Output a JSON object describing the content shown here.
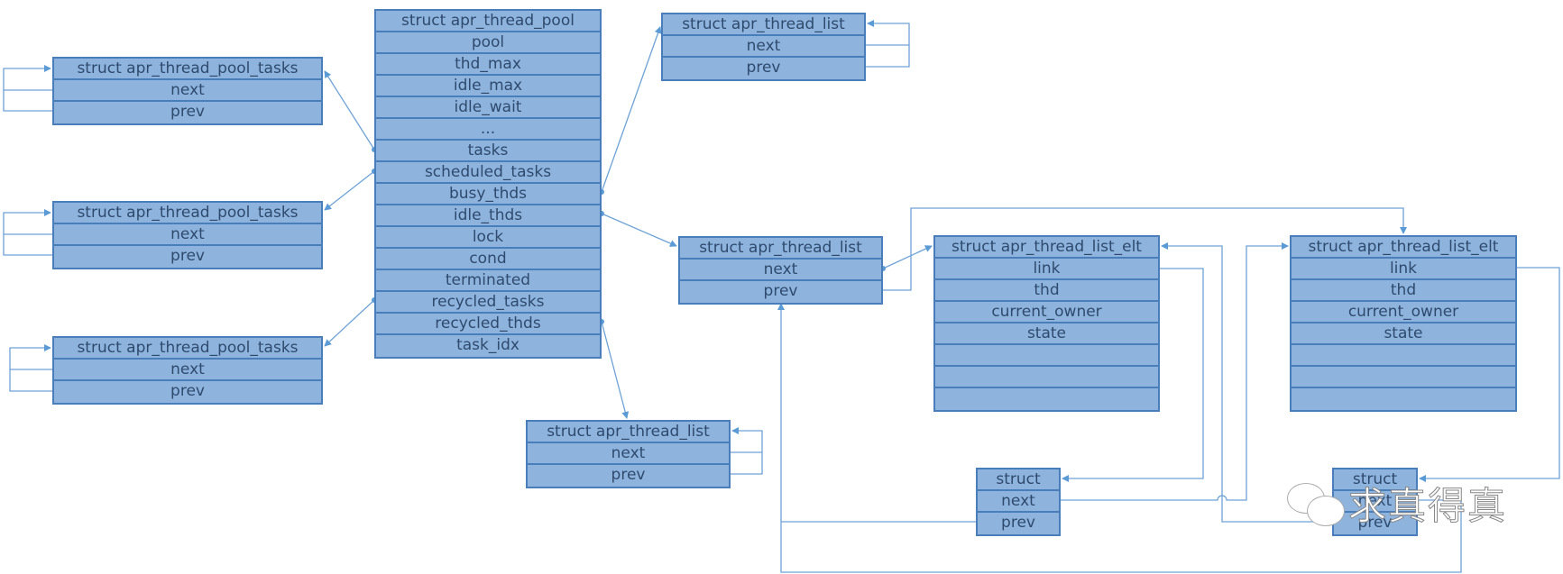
{
  "diagram": {
    "pool_tasks": [
      {
        "header": "struct apr_thread_pool_tasks",
        "fields": [
          "next",
          "prev"
        ]
      },
      {
        "header": "struct apr_thread_pool_tasks",
        "fields": [
          "next",
          "prev"
        ]
      },
      {
        "header": "struct apr_thread_pool_tasks",
        "fields": [
          "next",
          "prev"
        ]
      }
    ],
    "thread_pool": {
      "header": "struct apr_thread_pool",
      "fields": [
        "pool",
        "thd_max",
        "idle_max",
        "idle_wait",
        "...",
        "tasks",
        "scheduled_tasks",
        "busy_thds",
        "idle_thds",
        "lock",
        "cond",
        "terminated",
        "recycled_tasks",
        "recycled_thds",
        "task_idx"
      ]
    },
    "list_busy": {
      "header": "struct apr_thread_list",
      "fields": [
        "next",
        "prev"
      ]
    },
    "list_idle": {
      "header": "struct apr_thread_list",
      "fields": [
        "next",
        "prev"
      ]
    },
    "list_recycled": {
      "header": "struct apr_thread_list",
      "fields": [
        "next",
        "prev"
      ]
    },
    "elt_left": {
      "header": "struct apr_thread_list_elt",
      "fields": [
        "link",
        "thd",
        "current_owner",
        "state",
        "",
        "",
        ""
      ]
    },
    "elt_right": {
      "header": "struct apr_thread_list_elt",
      "fields": [
        "link",
        "thd",
        "current_owner",
        "state",
        "",
        "",
        ""
      ]
    },
    "link_left": {
      "header": "struct",
      "fields": [
        "next",
        "prev"
      ]
    },
    "link_right": {
      "header": "struct",
      "fields": [
        "next",
        "prev"
      ]
    }
  },
  "watermark": {
    "text": "求真得真",
    "icon": "wechat-icon"
  },
  "colors": {
    "fill": "#8eb4de",
    "border": "#4a7ebb",
    "text": "#2e4a6e",
    "line": "#5b9bd5"
  }
}
